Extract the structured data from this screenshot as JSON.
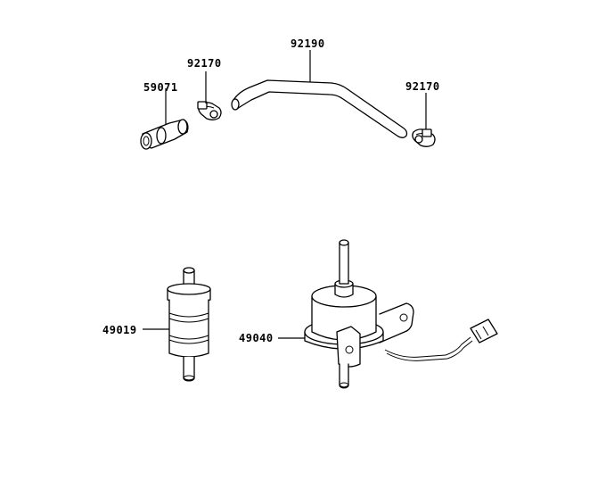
{
  "parts": [
    {
      "id": "part-59071",
      "number": "59071"
    },
    {
      "id": "part-92170-left",
      "number": "92170"
    },
    {
      "id": "part-92190",
      "number": "92190"
    },
    {
      "id": "part-92170-right",
      "number": "92170"
    },
    {
      "id": "part-49019",
      "number": "49019"
    },
    {
      "id": "part-49040",
      "number": "49040"
    }
  ]
}
